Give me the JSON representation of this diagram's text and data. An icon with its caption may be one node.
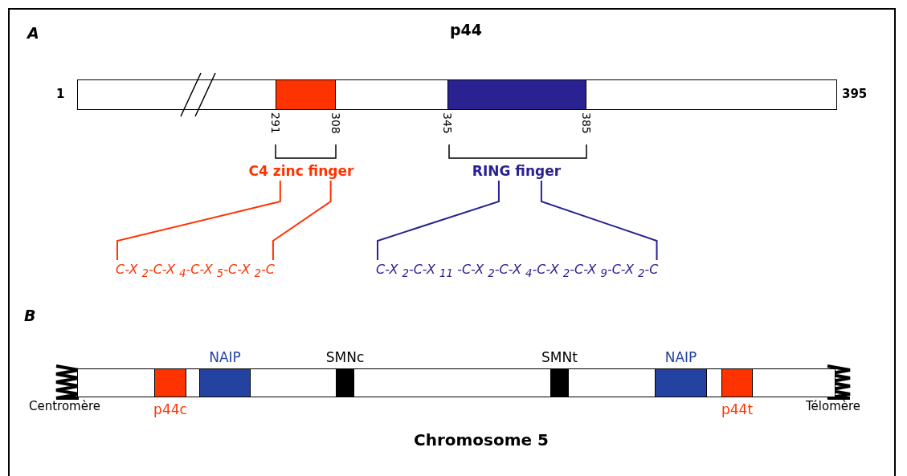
{
  "diagram": {
    "nodes": [
      {
        "text": [
          "p44"
        ],
        "beside": [
          "1",
          "395"
        ]
      },
      {
        "text": [],
        "shape": "box",
        "in": 0,
        "beside": [
          "291",
          "308"
        ]
      },
      {
        "text": [],
        "shape": "box",
        "in": 0,
        "beside": [
          "345",
          "385"
        ]
      },
      {
        "text": [
          "C4 zinc finger"
        ]
      },
      {
        "text": [
          "RING finger"
        ]
      },
      {
        "text": [
          "C-X $_{2}$-C-X $_{4}$-C-X $_{5}$-C-X $_{2}$-C"
        ]
      },
      {
        "text": [
          "C-X $_{2}$-C-X $_{11}$ -C-X $_{2}$-C-X $_{4}$-C-X $_{2}$-C-X $_{9}$-C-X $_{2}$-C"
        ]
      },
      {
        "text": [
          "Chromosome 5"
        ],
        "beside": [
          "Centromère",
          "Télomère"
        ]
      },
      {
        "text": [
          "p44c"
        ],
        "in": 7
      },
      {
        "text": [
          "NAIP"
        ],
        "in": 7
      },
      {
        "text": [
          "SMNc"
        ],
        "in": 7
      },
      {
        "text": [
          "SMNt"
        ],
        "in": 7
      },
      {
        "text": [
          "NAIP"
        ],
        "in": 7
      },
      {
        "text": [
          "p44t"
        ],
        "in": 7
      }
    ],
    "edges": [
      {
        "from": 3,
        "to": 5,
        "arrow": "none",
        "color": "#ff3300"
      },
      {
        "from": 3,
        "to": 5,
        "arrow": "none",
        "color": "#ff3300"
      },
      {
        "from": 4,
        "to": 6,
        "arrow": "none",
        "color": "#2a2291"
      },
      {
        "from": 4,
        "to": 6,
        "arrow": "none",
        "color": "#2a2291"
      }
    ],
    "labels": [
      "A",
      "B"
    ]
  }
}
